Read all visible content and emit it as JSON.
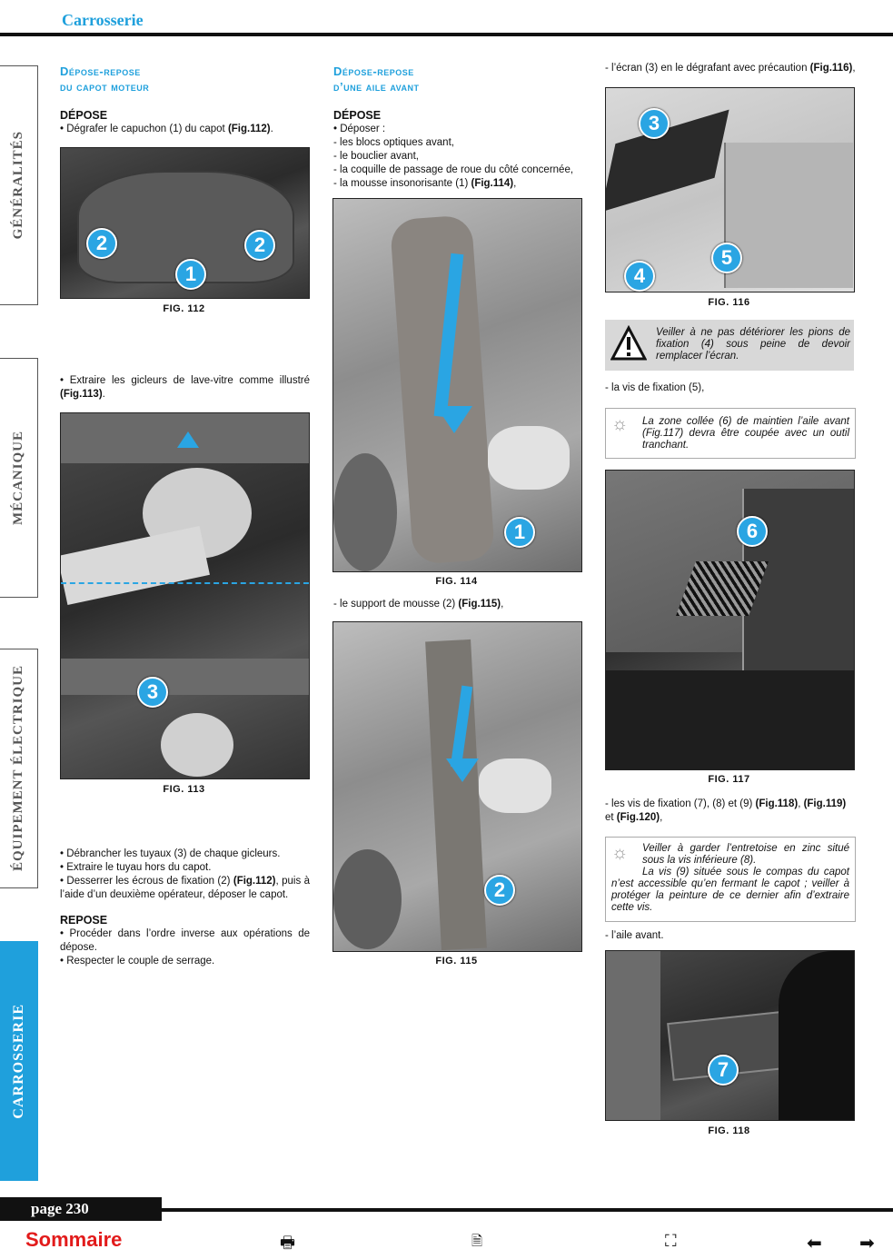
{
  "header": {
    "title": "Carrosserie"
  },
  "tabs": [
    {
      "label": "GÉNÉRALITÉS"
    },
    {
      "label": "MÉCANIQUE"
    },
    {
      "label": "ÉQUIPEMENT ÉLECTRIQUE"
    },
    {
      "label": "CARROSSERIE"
    }
  ],
  "col1": {
    "title_line1": "Dépose-repose",
    "title_line2": "du capot moteur",
    "depose_heading": "DÉPOSE",
    "p1_text": "• Dégrafer le capuchon (1) du capot ",
    "p1_ref": "(Fig.112)",
    "p1_end": ".",
    "fig112": "FIG. 112",
    "p2_text": "• Extraire les gicleurs de lave-vitre comme illustré ",
    "p2_ref": "(Fig.113)",
    "p2_end": ".",
    "fig113": "FIG. 113",
    "p3": "• Débrancher les tuyaux (3) de chaque gicleurs.",
    "p4": "• Extraire le tuyau hors du capot.",
    "p5_text": "• Desserrer les écrous de fixation (2) ",
    "p5_ref": "(Fig.112)",
    "p5_end": ", puis à l’aide d’un deuxième opérateur, déposer le capot.",
    "repose_heading": "REPOSE",
    "p6": "• Procéder dans l’ordre inverse aux opérations de dépose.",
    "p7": "• Respecter le couple de serrage."
  },
  "col2": {
    "title_line1": "Dépose-repose",
    "title_line2": "d’une aile avant",
    "depose_heading": "DÉPOSE",
    "l1": "• Déposer :",
    "l2": "- les blocs optiques avant,",
    "l3": "- le bouclier avant,",
    "l4": "- la coquille de passage de roue du côté concernée,",
    "l5_text": "- la mousse insonorisante (1) ",
    "l5_ref": "(Fig.114)",
    "l5_end": ",",
    "fig114": "FIG. 114",
    "l6_text": "- le support de mousse (2) ",
    "l6_ref": "(Fig.115)",
    "l6_end": ",",
    "fig115": "FIG. 115"
  },
  "col3": {
    "l1_text": "- l’écran (3) en le dégrafant avec précaution ",
    "l1_ref": "(Fig.116)",
    "l1_end": ",",
    "fig116": "FIG. 116",
    "warn": "Veiller à ne pas détériorer les pions de fixation (4) sous peine de devoir remplacer l’écran.",
    "l2": "- la vis de fixation (5),",
    "info1": "La zone collée (6) de maintien l’aile avant (Fig.117) devra être coupée avec un outil tranchant.",
    "fig117": "FIG. 117",
    "l3_text": "- les vis de fixation (7), (8) et (9) ",
    "l3_ref1": "(Fig.118)",
    "l3_sep": ", ",
    "l3_ref2": "(Fig.119)",
    "l3_mid": " et ",
    "l3_ref3": "(Fig.120)",
    "l3_end": ",",
    "info2_a": "Veiller à garder l’entretoise en zinc situé sous la vis inférieure (8).",
    "info2_b": "La vis (9) située sous le compas du capot n’est accessible qu’en fermant le capot ; veiller à protéger la peinture de ce dernier afin d’extraire cette vis.",
    "l4": "- l’aile avant.",
    "fig118": "FIG. 118"
  },
  "callouts": {
    "c1": "1",
    "c2": "2",
    "c3": "3",
    "c4": "4",
    "c5": "5",
    "c6": "6",
    "c7": "7"
  },
  "footer": {
    "page": "page 230",
    "sommaire": "Sommaire"
  },
  "colors": {
    "accent": "#1fa0dc",
    "link": "#e21b1b"
  },
  "icons": [
    "printer-icon",
    "search-doc-icon",
    "binoculars-icon",
    "arrow-left-icon",
    "arrow-right-icon"
  ]
}
